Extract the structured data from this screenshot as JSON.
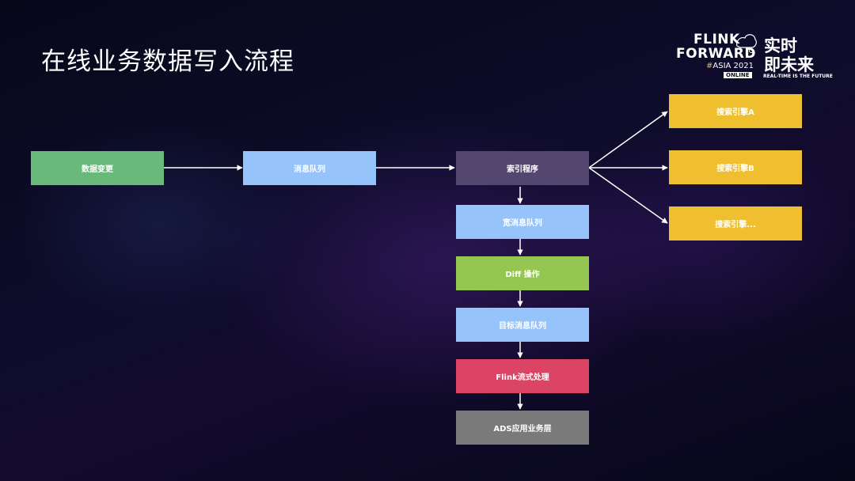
{
  "slide": {
    "title": "在线业务数据写入流程"
  },
  "logo": {
    "line1": "FLINK",
    "line2": "FORWARD",
    "hash": "#",
    "event": "ASIA 2021",
    "badge": "ONLINE",
    "cn_line1": "实时",
    "cn_line2": "即未来",
    "tagline": "REAL-TIME IS THE FUTURE"
  },
  "nodes": {
    "data_change": {
      "label": "数据变更",
      "color": "#68b97a"
    },
    "message_queue": {
      "label": "消息队列",
      "color": "#97c3fb"
    },
    "indexer": {
      "label": "索引程序",
      "color": "#54476f"
    },
    "wide_queue": {
      "label": "宽消息队列",
      "color": "#97c3fb"
    },
    "diff": {
      "label": "Diff 操作",
      "color": "#95c652"
    },
    "target_queue": {
      "label": "目标消息队列",
      "color": "#97c3fb"
    },
    "flink": {
      "label": "Flink流式处理",
      "color": "#db4465"
    },
    "ads": {
      "label": "ADS应用业务层",
      "color": "#7a7a7a"
    },
    "search_a": {
      "label": "搜索引擎A",
      "color": "#f0bf2f"
    },
    "search_b": {
      "label": "搜索引擎B",
      "color": "#f0bf2f"
    },
    "search_more": {
      "label": "搜索引擎...",
      "color": "#f0bf2f"
    }
  },
  "edges": [
    [
      "data_change",
      "message_queue"
    ],
    [
      "message_queue",
      "indexer"
    ],
    [
      "indexer",
      "search_a"
    ],
    [
      "indexer",
      "search_b"
    ],
    [
      "indexer",
      "search_more"
    ],
    [
      "indexer",
      "wide_queue"
    ],
    [
      "wide_queue",
      "diff"
    ],
    [
      "diff",
      "target_queue"
    ],
    [
      "target_queue",
      "flink"
    ],
    [
      "flink",
      "ads"
    ]
  ]
}
